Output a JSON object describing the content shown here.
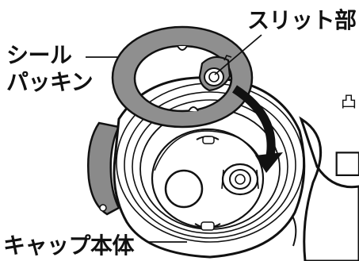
{
  "labels": {
    "seal_line1": "シール",
    "seal_line2": "パッキン",
    "slit": "スリット部",
    "cap_body": "キャップ本体"
  },
  "marks": {
    "edge_glyph": "凸",
    "edge_box": "□"
  }
}
